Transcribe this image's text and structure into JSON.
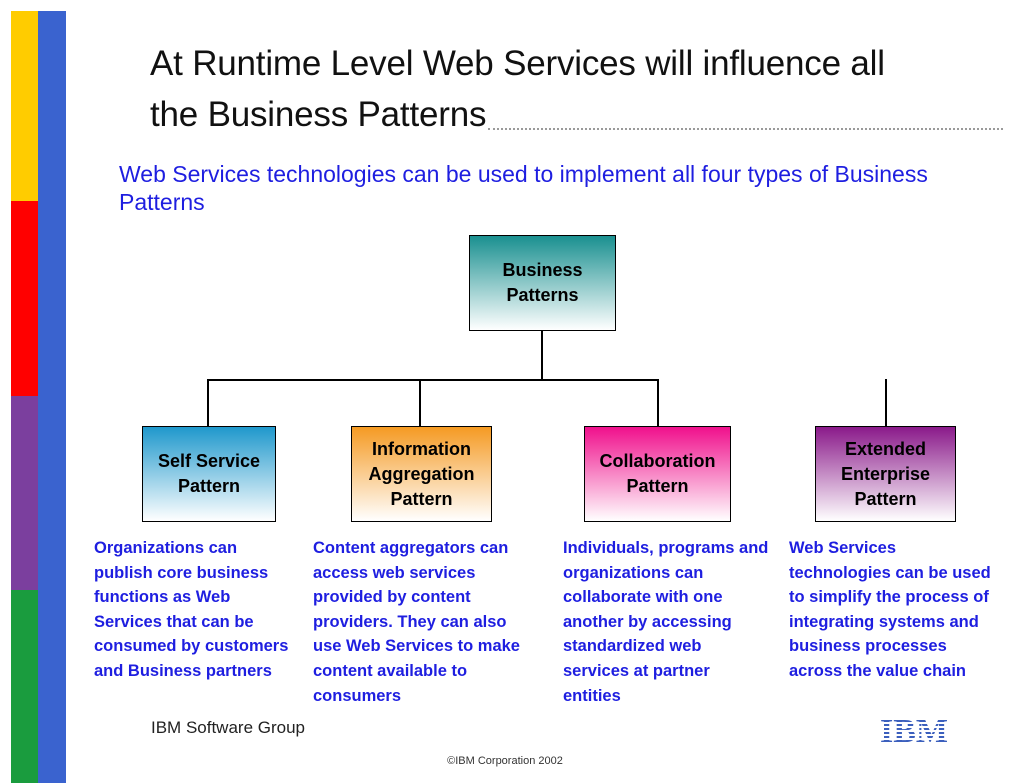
{
  "slide": {
    "title_line1": "At Runtime Level Web Services will influence all",
    "title_line2": "the Business Patterns",
    "subtitle": "Web Services technologies can be used to implement all four types of Business Patterns",
    "root": {
      "line1": "Business",
      "line2": "Patterns"
    },
    "patterns": [
      {
        "line1": "Self Service",
        "line2": "Pattern",
        "line3": "",
        "gradient_top": "#1f98cc",
        "description": "Organizations can publish core business functions as Web Services that can be consumed by customers and Business partners"
      },
      {
        "line1": "Information",
        "line2": "Aggregation",
        "line3": "Pattern",
        "gradient_top": "#f59a23",
        "description": "Content aggregators can access web services provided by content providers. They can also use Web Services to make content available to consumers"
      },
      {
        "line1": "Collaboration",
        "line2": "Pattern",
        "line3": "",
        "gradient_top": "#f0108c",
        "description": "Individuals, programs and organizations can collaborate with one another by accessing standardized web services at partner entities"
      },
      {
        "line1": "Extended",
        "line2": "Enterprise",
        "line3": "Pattern",
        "gradient_top": "#8a1a8a",
        "description": "Web Services technologies can be used to simplify the process of integrating systems and business processes across the value chain"
      }
    ],
    "footer_left": "IBM Software Group",
    "copyright": "©IBM Corporation 2002",
    "logo_text": "IBM",
    "colors": {
      "band_yellow": "#ffcc00",
      "band_red": "#ff0000",
      "band_purple": "#7b3f9e",
      "band_green": "#1a9c3e",
      "band_blue": "#3a63cf",
      "root_gradient_top": "#1a9090",
      "text_blue": "#1e1ee0"
    }
  }
}
